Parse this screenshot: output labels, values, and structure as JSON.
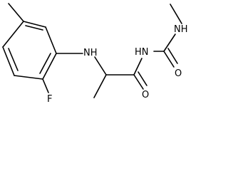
{
  "molecule": {
    "atom_labels": {
      "methylamine_nh": "NH",
      "urea_nh": "HN",
      "aniline_nh": "NH",
      "urea_carbonyl_o": "O",
      "amide_carbonyl_o": "O",
      "fluorine": "F"
    }
  },
  "colors": {
    "bond": "#000000",
    "label": "#000000",
    "background": "#ffffff"
  }
}
